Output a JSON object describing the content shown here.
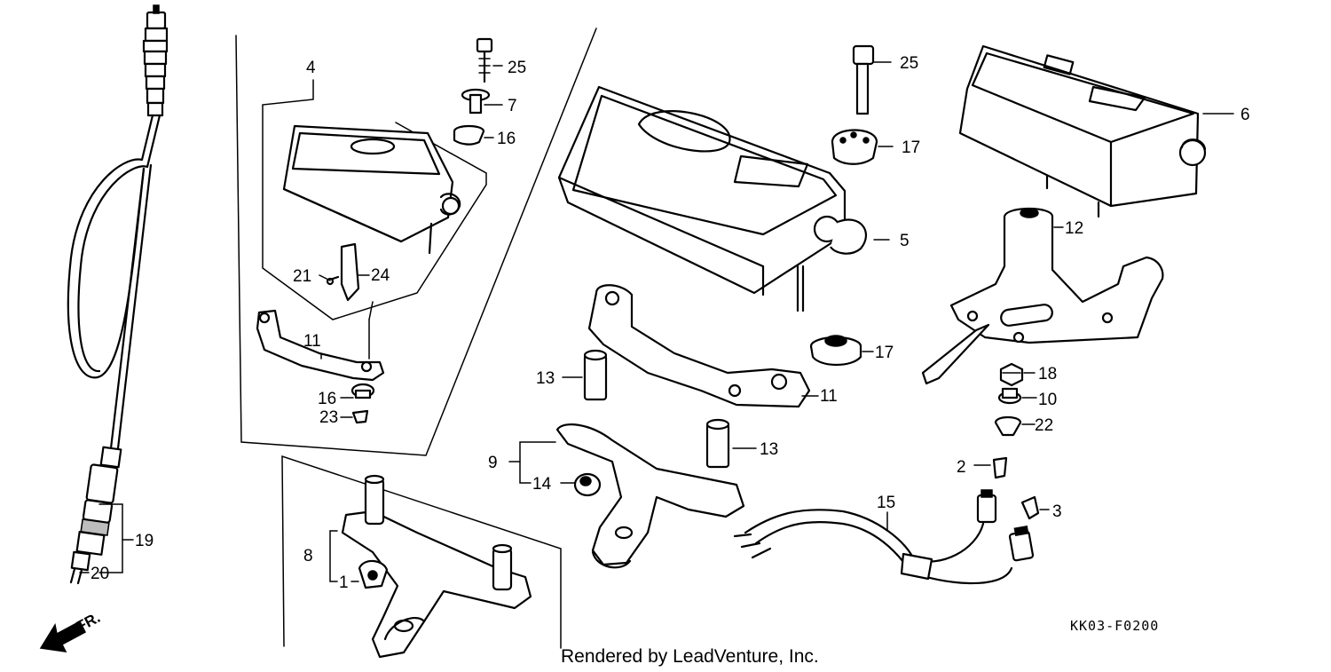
{
  "callouts": {
    "c1": "1",
    "c2": "2",
    "c3": "3",
    "c4": "4",
    "c5": "5",
    "c6": "6",
    "c7": "7",
    "c8": "8",
    "c9": "9",
    "c10": "10",
    "c11a": "11",
    "c11b": "11",
    "c12": "12",
    "c13a": "13",
    "c13b": "13",
    "c14": "14",
    "c15": "15",
    "c16a": "16",
    "c16b": "16",
    "c17a": "17",
    "c17b": "17",
    "c18": "18",
    "c19": "19",
    "c20": "20",
    "c21": "21",
    "c22": "22",
    "c23": "23",
    "c24": "24",
    "c25a": "25",
    "c25b": "25"
  },
  "direction_label": "FR.",
  "diagram_code": "KK03-F0200",
  "credit": "Rendered by LeadVenture, Inc."
}
